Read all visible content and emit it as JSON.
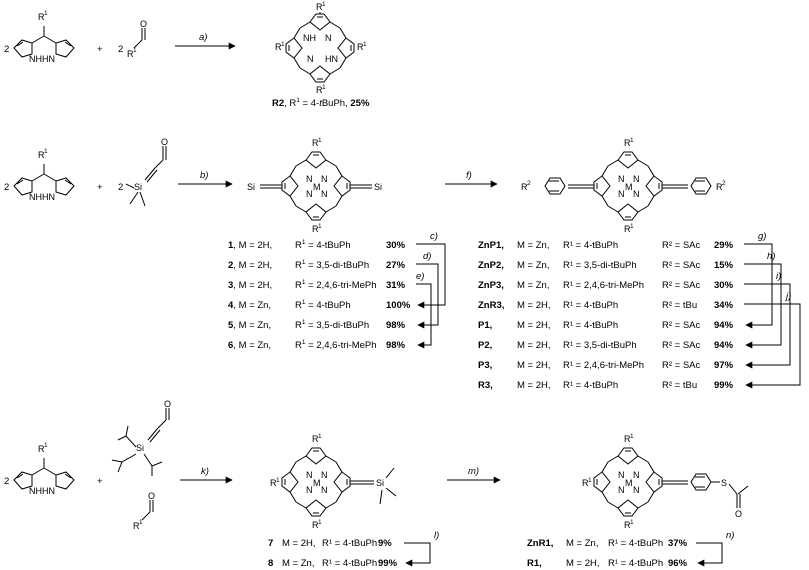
{
  "reaction_steps": {
    "a": "a)",
    "b": "b)",
    "c": "c)",
    "d": "d)",
    "e": "e)",
    "f": "f)",
    "g": "g)",
    "h": "h)",
    "i": "i)",
    "j": "j)",
    "k": "k)",
    "l": "l)",
    "m": "m)",
    "n": "n)"
  },
  "row1": {
    "coeff_left": "2",
    "plus": "+",
    "coeff_right": "2",
    "product_number": "R2",
    "product_detail": ", R",
    "product_r_sup": "1",
    "product_tail": " = 4-",
    "product_tbu": "t",
    "product_buph": "BuPh, ",
    "product_yield": "25%"
  },
  "row2": {
    "coeff_left": "2",
    "plus": "+",
    "coeff_right": "2",
    "compounds_left": [
      {
        "num": "1",
        "m": "M = 2H,",
        "r": "R",
        "rsup": "1",
        "rval": " = 4-tBuPh",
        "yield": "30%"
      },
      {
        "num": "2",
        "m": "M = 2H,",
        "r": "R",
        "rsup": "1",
        "rval": " = 3,5-di-tBuPh",
        "yield": "27%"
      },
      {
        "num": "3",
        "m": "M = 2H,",
        "r": "R",
        "rsup": "1",
        "rval": " = 2,4,6-tri-MePh",
        "yield": "31%"
      },
      {
        "num": "4",
        "m": "M = Zn,",
        "r": "R",
        "rsup": "1",
        "rval": " = 4-tBuPh",
        "yield": "100%"
      },
      {
        "num": "5",
        "m": "M = Zn,",
        "r": "R",
        "rsup": "1",
        "rval": " = 3,5-di-tBuPh",
        "yield": "98%"
      },
      {
        "num": "6",
        "m": "M = Zn,",
        "r": "R",
        "rsup": "1",
        "rval": " = 2,4,6-tri-MePh",
        "yield": "98%"
      }
    ],
    "compounds_right": [
      {
        "num": "ZnP1,",
        "m": "M = Zn,",
        "rval": "R¹ = 4-tBuPh",
        "r2": "R² = SAc",
        "yield": "29%"
      },
      {
        "num": "ZnP2,",
        "m": "M = Zn,",
        "rval": "R¹ = 3,5-di-tBuPh",
        "r2": "R² = SAc",
        "yield": "15%"
      },
      {
        "num": "ZnP3,",
        "m": "M = Zn,",
        "rval": "R¹ = 2,4,6-tri-MePh",
        "r2": "R² = SAc",
        "yield": "30%"
      },
      {
        "num": "ZnR3,",
        "m": "M = 2H,",
        "rval": "R¹ = 4-tBuPh",
        "r2": "R² = tBu",
        "yield": "34%"
      },
      {
        "num": "P1,",
        "m": "M = 2H,",
        "rval": "R¹ = 4-tBuPh",
        "r2": "R² = SAc",
        "yield": "94%"
      },
      {
        "num": "P2,",
        "m": "M = 2H,",
        "rval": "R¹ = 3,5-di-tBuPh",
        "r2": "R² = SAc",
        "yield": "94%"
      },
      {
        "num": "P3,",
        "m": "M = 2H,",
        "rval": "R¹ = 2,4,6-tri-MePh",
        "r2": "R² = SAc",
        "yield": "97%"
      },
      {
        "num": "R3,",
        "m": "M = 2H,",
        "rval": "R¹ = 4-tBuPh",
        "r2": "R² = tBu",
        "yield": "99%"
      }
    ]
  },
  "row3": {
    "coeff_left": "2",
    "plus": "+",
    "compounds_left": [
      {
        "num": "7",
        "m": "M = 2H,",
        "rval": "R¹ = 4-tBuPh",
        "yield": "9%"
      },
      {
        "num": "8",
        "m": "M = Zn,",
        "rval": "R¹ = 4-tBuPh",
        "yield": "99%"
      }
    ],
    "compounds_right": [
      {
        "num": "ZnR1,",
        "m": "M = Zn,",
        "rval": "R¹ = 4-tBuPh",
        "yield": "37%"
      },
      {
        "num": "R1,",
        "m": "M = 2H,",
        "rval": "R¹ = 4-tBuPh",
        "yield": "96%"
      }
    ]
  },
  "atoms": {
    "R1": "R",
    "sup1": "1",
    "R2": "R",
    "sup2": "2",
    "N": "N",
    "NH": "NH",
    "HN": "HN",
    "NHHN": "NHHN",
    "M": "M",
    "Si": "Si",
    "O": "O",
    "S": "S",
    "H": "H"
  }
}
